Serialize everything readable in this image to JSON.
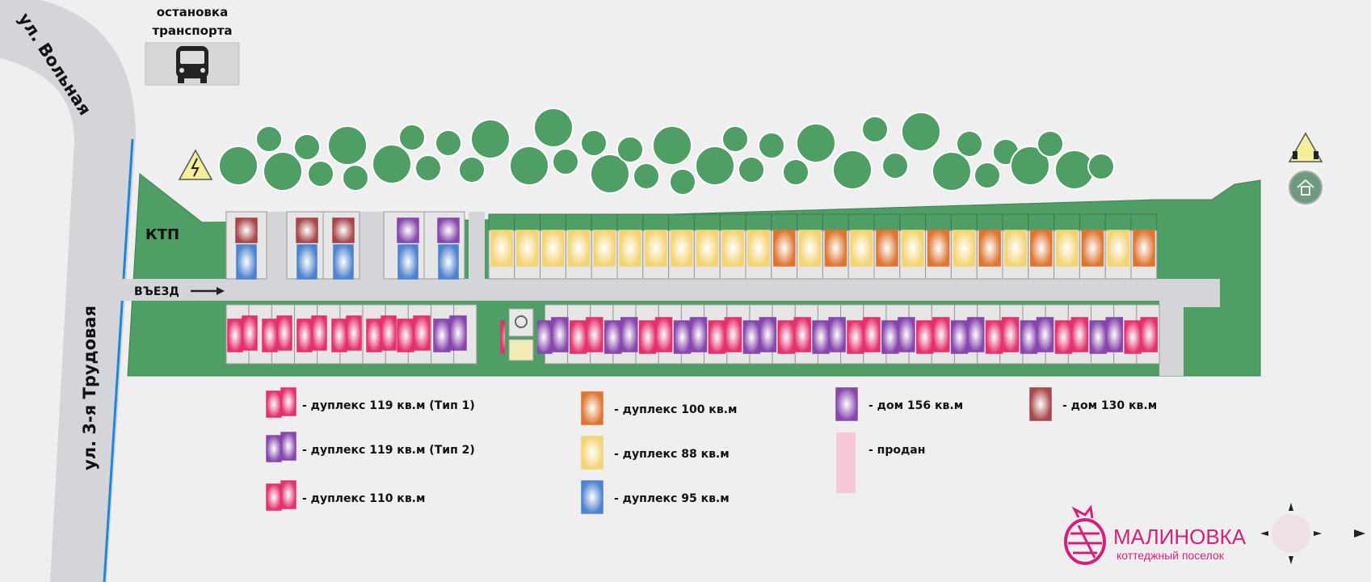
{
  "streets": {
    "volnaya": "ул. Вольная",
    "trudovaya": "ул. 3-я Трудовая"
  },
  "bus_stop": {
    "line1": "остановка",
    "line2": "транспорта",
    "icon": "bus-icon"
  },
  "ktp_label": "КТП",
  "entrance_label": "ВЪЕЗД",
  "icons": {
    "power": "high-voltage-warning-icon",
    "gas": "gas-warning-icon",
    "waste": "waste-container-icon",
    "compass": "compass-rose-icon"
  },
  "colors": {
    "pink": "#e4306c",
    "purple": "#8646ad",
    "pink_small": "#e4306c",
    "orange": "#de7630",
    "yellow": "#f4d473",
    "blue": "#4d82cf",
    "brown": "#a7474a",
    "sold": "#f6c8da",
    "green": "#4f9e66",
    "road": "#d4d5d8"
  },
  "plan": {
    "top_left_houses": [
      {
        "top": "brown",
        "bottom": "blue"
      },
      {
        "top": "brown",
        "bottom": "blue"
      },
      {
        "top": "brown",
        "bottom": "blue"
      },
      {
        "top": "purple",
        "bottom": "blue"
      },
      {
        "top": "purple",
        "bottom": "blue"
      }
    ],
    "top_row": [
      "yellow",
      "yellow",
      "yellow",
      "yellow",
      "yellow",
      "yellow",
      "yellow",
      "yellow",
      "yellow",
      "yellow",
      "yellow",
      "orange",
      "yellow",
      "orange",
      "yellow",
      "orange",
      "yellow",
      "orange",
      "yellow",
      "orange",
      "yellow",
      "orange",
      "yellow",
      "orange",
      "yellow",
      "orange"
    ],
    "bottom_left_pairs": [
      "pink_small",
      "pink_small",
      "pink_small",
      "pink_small",
      "pink_small",
      "pink",
      "purple"
    ],
    "bottom_row_pairs": [
      "pink",
      "purple",
      "pink",
      "purple",
      "pink",
      "purple",
      "pink",
      "purple",
      "pink",
      "purple",
      "pink",
      "purple",
      "pink",
      "purple",
      "pink",
      "purple",
      "pink",
      "purple",
      "pink"
    ]
  },
  "legend": [
    {
      "type": "pink",
      "pair": true,
      "label": "- дуплекс 119 кв.м (Тип 1)"
    },
    {
      "type": "purple",
      "pair": true,
      "label": "- дуплекс 119 кв.м (Тип 2)"
    },
    {
      "type": "pink_small",
      "pair": true,
      "label": "- дуплекс 110 кв.м"
    },
    {
      "type": "orange",
      "pair": false,
      "label": "- дуплекс 100 кв.м"
    },
    {
      "type": "yellow",
      "pair": false,
      "label": "- дуплекс 88 кв.м"
    },
    {
      "type": "blue",
      "pair": false,
      "label": "- дуплекс 95 кв.м"
    },
    {
      "type": "purple",
      "pair": false,
      "label": "- дом 156 кв.м"
    },
    {
      "type": "sold",
      "pair": false,
      "label": "- продан"
    },
    {
      "type": "brown",
      "pair": false,
      "label": "- дом 130 кв.м"
    }
  ],
  "logo": {
    "name": "МАЛИНОВКА",
    "subtitle": "коттеджный поселок"
  }
}
